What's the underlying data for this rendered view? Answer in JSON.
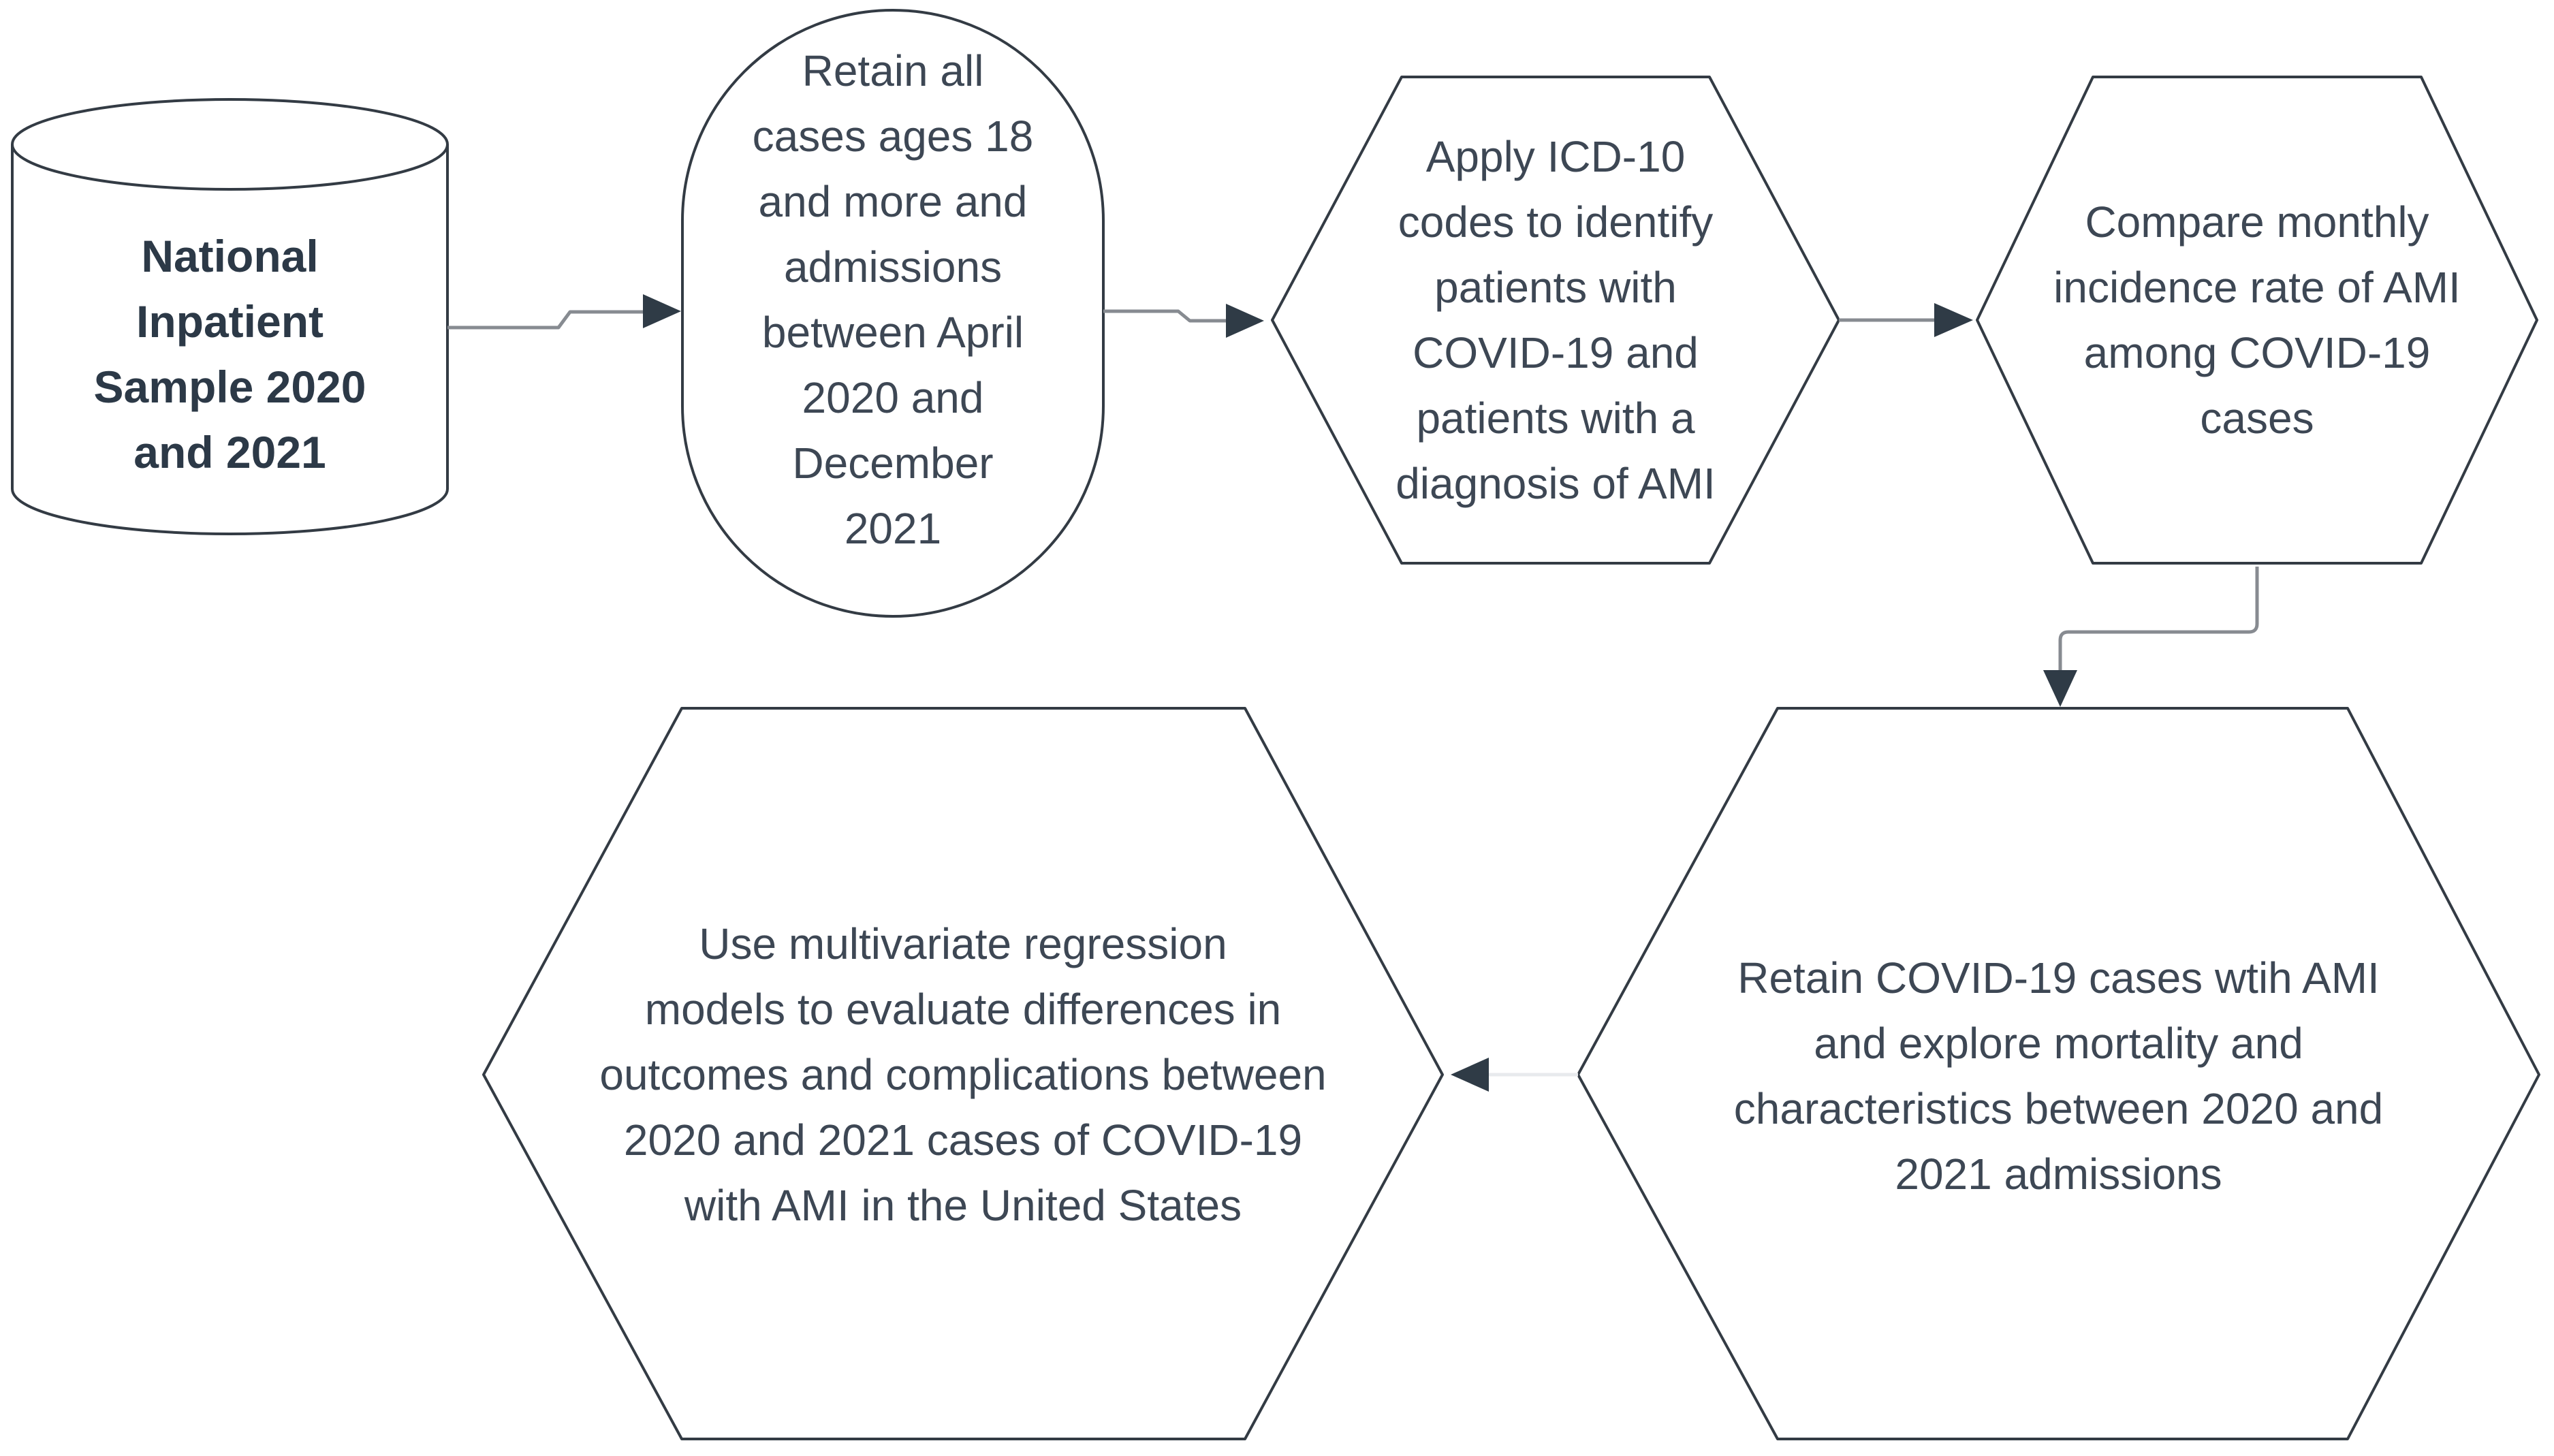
{
  "colors": {
    "background": "#ffffff",
    "shape_stroke": "#333b44",
    "shape_fill": "#ffffff",
    "text": "#3d4754",
    "database_text": "#2c3947",
    "connector": "#878b91",
    "connector_light": "#e8eaed",
    "arrowhead": "#2f3b46"
  },
  "nodes": {
    "database": {
      "shape": "cylinder",
      "label": "National\nInpatient\nSample 2020\nand 2021"
    },
    "step1": {
      "shape": "oval",
      "label": "Retain all\ncases ages 18\nand more and\nadmissions\nbetween April\n2020 and\nDecember\n2021"
    },
    "step2": {
      "shape": "hexagon",
      "label": "Apply ICD-10\ncodes to identify\npatients with\nCOVID-19 and\npatients with a\ndiagnosis of AMI"
    },
    "step3": {
      "shape": "hexagon",
      "label": "Compare monthly\nincidence rate of AMI\namong COVID-19\ncases"
    },
    "step4": {
      "shape": "hexagon",
      "label": "Retain COVID-19 cases wtih AMI\nand explore mortality and\ncharacteristics between 2020 and\n2021 admissions"
    },
    "step5": {
      "shape": "hexagon",
      "label": "Use multivariate regression\nmodels to evaluate differences in\noutcomes and complications between\n2020 and 2021 cases of COVID-19\nwith AMI in the United States"
    }
  },
  "edges": [
    {
      "from": "database",
      "to": "step1"
    },
    {
      "from": "step1",
      "to": "step2"
    },
    {
      "from": "step2",
      "to": "step3"
    },
    {
      "from": "step3",
      "to": "step4"
    },
    {
      "from": "step4",
      "to": "step5"
    }
  ]
}
